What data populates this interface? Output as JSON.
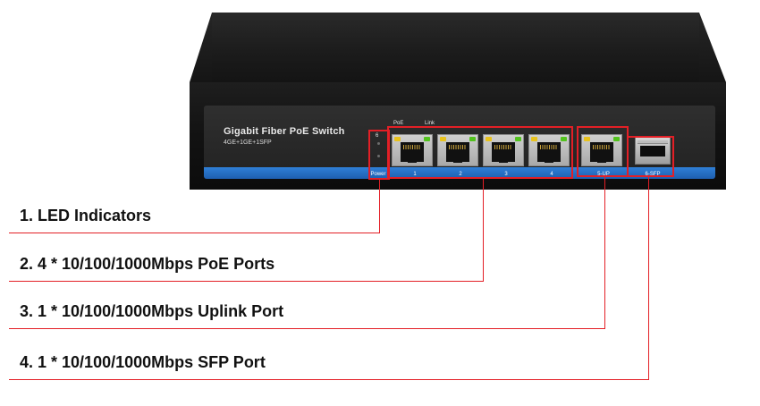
{
  "device": {
    "title": "Gigabit Fiber PoE Switch",
    "subtitle": "4GE+1GE+1SFP",
    "led_label_top": "6",
    "poe_label": "PoE",
    "link_label": "Link",
    "power_label": "Power",
    "ports": [
      {
        "label": "1"
      },
      {
        "label": "2"
      },
      {
        "label": "3"
      },
      {
        "label": "4"
      }
    ],
    "uplink_label": "5-UP",
    "sfp_label": "6-SFP"
  },
  "callouts": [
    {
      "text": "1. LED Indicators"
    },
    {
      "text": "2. 4 * 10/100/1000Mbps PoE Ports"
    },
    {
      "text": "3. 1 * 10/100/1000Mbps Uplink Port"
    },
    {
      "text": "4. 1 * 10/100/1000Mbps SFP Port"
    }
  ],
  "colors": {
    "callout_red": "#e31f26",
    "strip_blue": "#2f7fd6",
    "led_yellow": "#e8c21c",
    "led_green": "#52c21d"
  }
}
